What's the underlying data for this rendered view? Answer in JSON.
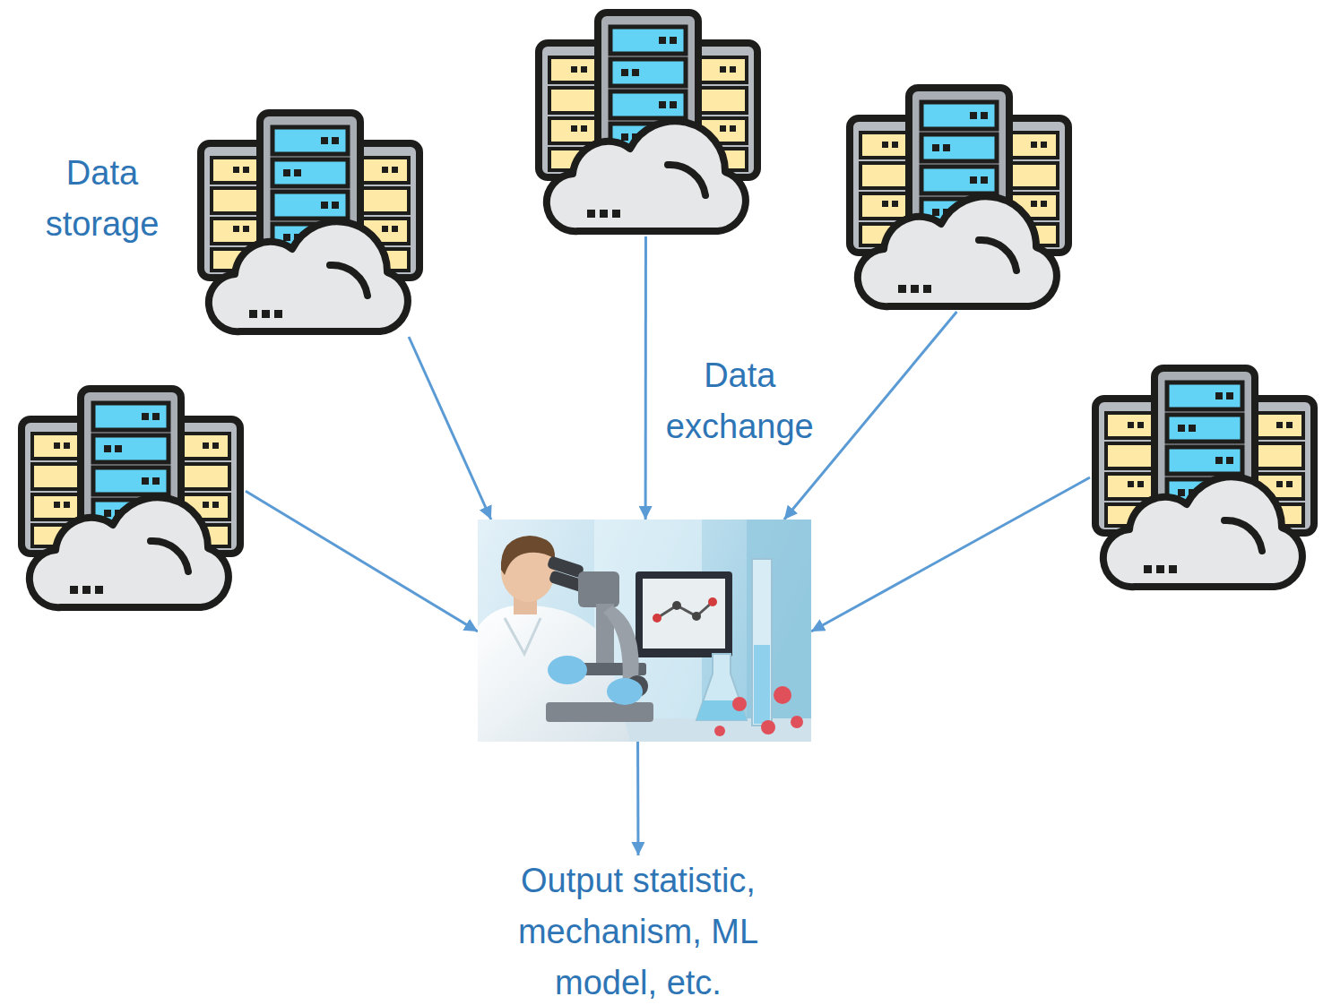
{
  "diagram": {
    "nodes": [
      {
        "text": [
          "Data storage"
        ]
      },
      {
        "text": []
      },
      {
        "text": []
      },
      {
        "text": []
      },
      {
        "text": []
      },
      {
        "text": []
      },
      {
        "text": [
          "Output statistic, mechanism, ML model, etc."
        ]
      }
    ],
    "edges": [
      {
        "from": 0,
        "to": 5,
        "arrow": "to"
      },
      {
        "from": 1,
        "to": 5,
        "label": "Data exchange",
        "arrow": "to"
      },
      {
        "from": 2,
        "to": 5,
        "arrow": "to"
      },
      {
        "from": 3,
        "to": 5,
        "arrow": "to"
      },
      {
        "from": 4,
        "to": 5,
        "arrow": "to"
      },
      {
        "from": 5,
        "to": 6,
        "arrow": "to"
      }
    ]
  }
}
